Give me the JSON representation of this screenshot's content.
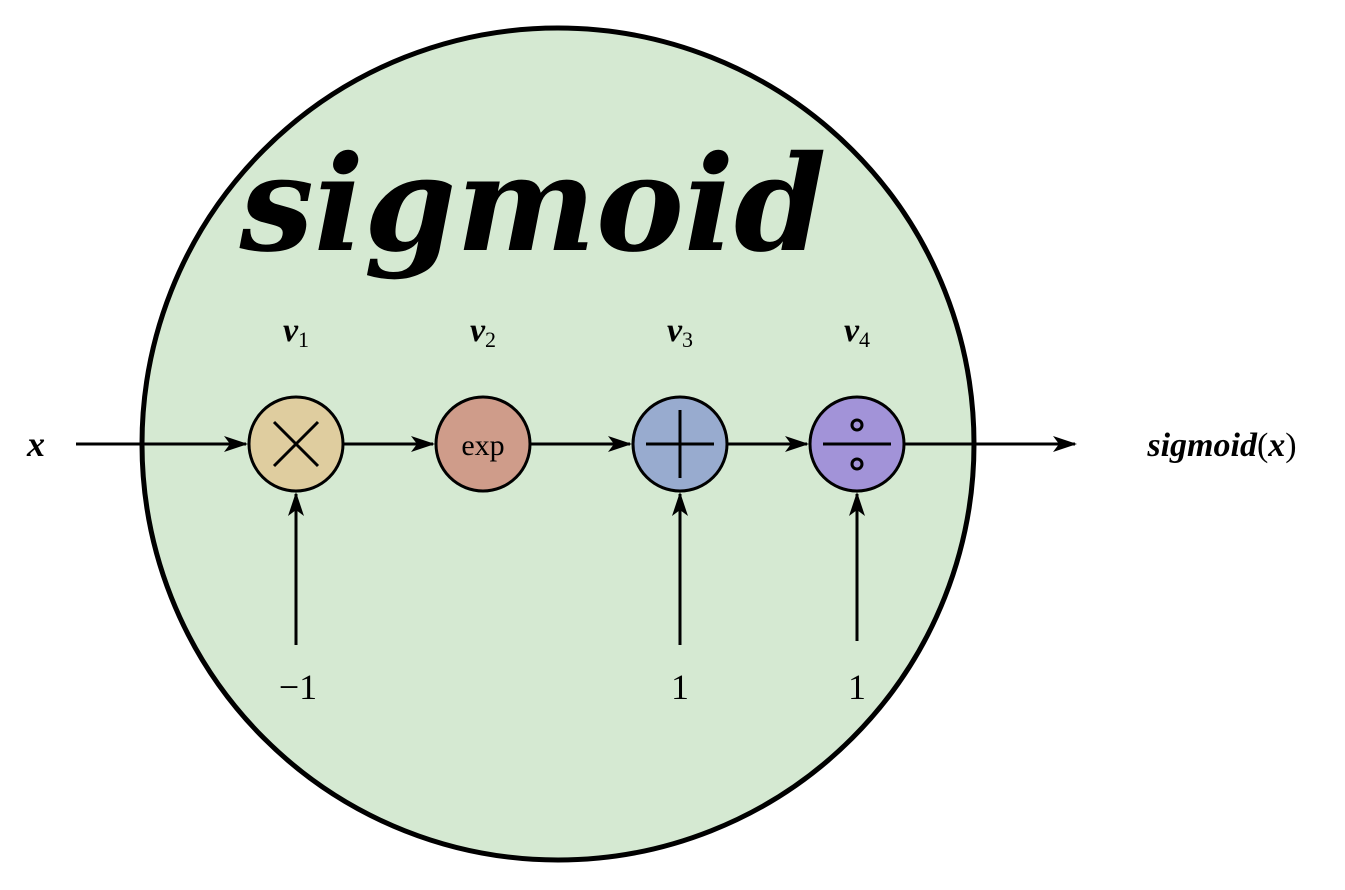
{
  "title": "sigmoid",
  "input_label": "x",
  "output_label": {
    "name": "sigmoid",
    "open_paren": "(",
    "arg": "x",
    "close_paren": ")"
  },
  "colors": {
    "background_circle": "#d5e9d2",
    "node_multiply": "#dfcd9f",
    "node_exp": "#cf9c8a",
    "node_add": "#98abcf",
    "node_divide": "#a293d8",
    "stroke": "#000000"
  },
  "nodes": [
    {
      "id": "v1",
      "var": "v",
      "sub": "1",
      "icon": "multiply-icon",
      "constant": "−1"
    },
    {
      "id": "v2",
      "var": "v",
      "sub": "2",
      "text": "exp"
    },
    {
      "id": "v3",
      "var": "v",
      "sub": "3",
      "icon": "plus-icon",
      "constant": "1"
    },
    {
      "id": "v4",
      "var": "v",
      "sub": "4",
      "icon": "divide-icon",
      "constant": "1"
    }
  ]
}
